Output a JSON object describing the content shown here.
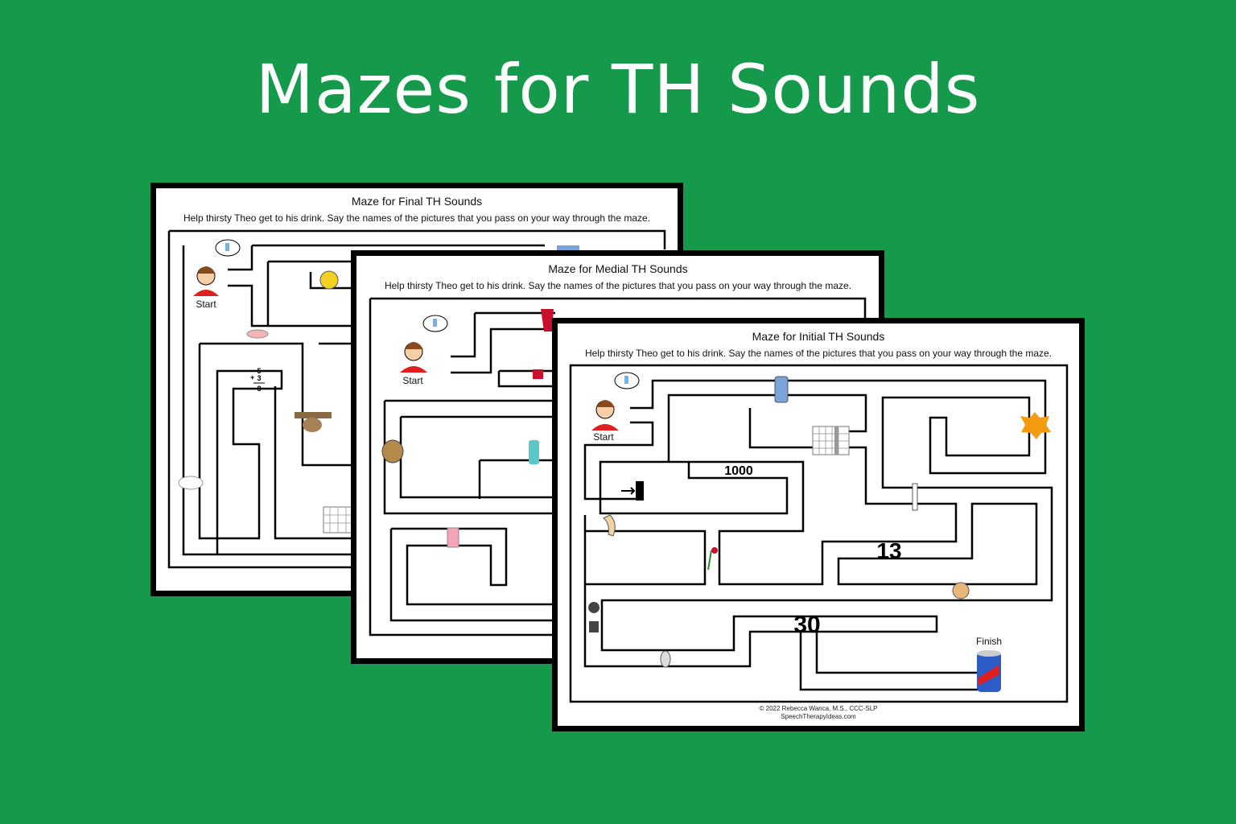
{
  "page": {
    "title": "Mazes for TH Sounds",
    "background_color": "#159a4c"
  },
  "instructions": "Help thirsty Theo get to his drink. Say the names of the pictures that you pass on your way through the maze.",
  "cards": [
    {
      "title": "Maze for Final TH Sounds",
      "start_label": "Start",
      "fraction": {
        "top": "5",
        "middle": "3",
        "bottom": "8",
        "operator": "+"
      }
    },
    {
      "title": "Maze for Medial TH Sounds",
      "start_label": "Start"
    },
    {
      "title": "Maze for Initial TH Sounds",
      "start_label": "Start",
      "finish_label": "Finish",
      "numbers": [
        "1000",
        "13",
        "30"
      ],
      "footer": [
        "© 2022 Rebecca Wanca, M.S., CCC-SLP",
        "SpeechTherapyIdeas.com"
      ]
    }
  ],
  "icons": [
    "boy-icon",
    "thought-bubble-icon",
    "glass-icon",
    "calendar-icon",
    "boom-icon",
    "thermometer-icon",
    "thumbs-up-icon",
    "rose-icon",
    "burglar-icon",
    "plate-icon",
    "soda-can-icon",
    "arrow-icon",
    "foot-icon",
    "wheel-icon",
    "sloth-icon",
    "teeth-icon",
    "snake-icon",
    "shirt-icon",
    "bottle-icon",
    "smoothie-icon",
    "swimsuit-icon",
    "lips-icon"
  ]
}
